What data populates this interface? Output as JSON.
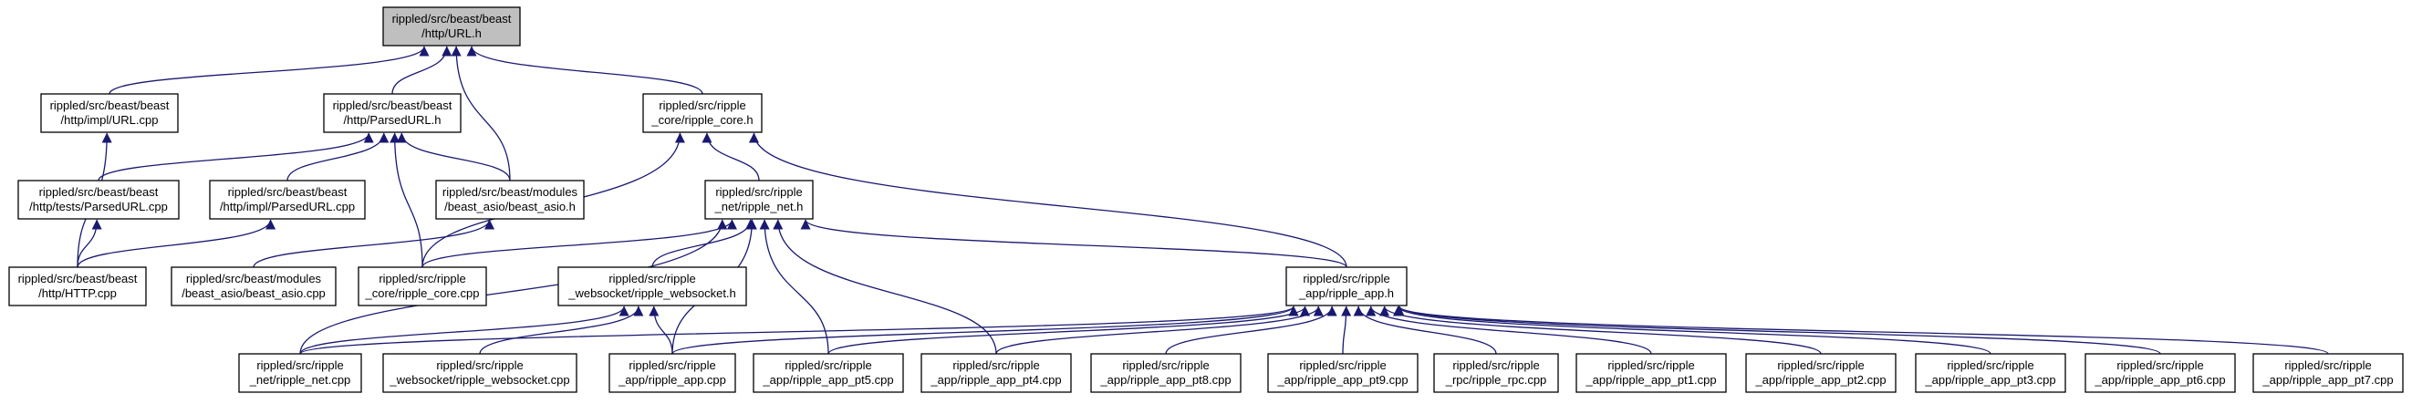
{
  "graph": {
    "edge_color": "#191970",
    "root_fill": "#bfbfbf",
    "nodes": [
      {
        "id": "url_h",
        "lines": [
          "rippled/src/beast/beast",
          "/http/URL.h"
        ],
        "root": true
      },
      {
        "id": "url_cpp",
        "lines": [
          "rippled/src/beast/beast",
          "/http/impl/URL.cpp"
        ]
      },
      {
        "id": "parsedurl_h",
        "lines": [
          "rippled/src/beast/beast",
          "/http/ParsedURL.h"
        ]
      },
      {
        "id": "ripple_core_h",
        "lines": [
          "rippled/src/ripple",
          "_core/ripple_core.h"
        ]
      },
      {
        "id": "tests_parsedurl_cpp",
        "lines": [
          "rippled/src/beast/beast",
          "/http/tests/ParsedURL.cpp"
        ]
      },
      {
        "id": "impl_parsedurl_cpp",
        "lines": [
          "rippled/src/beast/beast",
          "/http/impl/ParsedURL.cpp"
        ]
      },
      {
        "id": "beast_asio_h",
        "lines": [
          "rippled/src/beast/modules",
          "/beast_asio/beast_asio.h"
        ]
      },
      {
        "id": "ripple_net_h",
        "lines": [
          "rippled/src/ripple",
          "_net/ripple_net.h"
        ]
      },
      {
        "id": "http_cpp",
        "lines": [
          "rippled/src/beast/beast",
          "/http/HTTP.cpp"
        ]
      },
      {
        "id": "beast_asio_cpp",
        "lines": [
          "rippled/src/beast/modules",
          "/beast_asio/beast_asio.cpp"
        ]
      },
      {
        "id": "ripple_core_cpp",
        "lines": [
          "rippled/src/ripple",
          "_core/ripple_core.cpp"
        ]
      },
      {
        "id": "ripple_websocket_h",
        "lines": [
          "rippled/src/ripple",
          "_websocket/ripple_websocket.h"
        ]
      },
      {
        "id": "ripple_app_h",
        "lines": [
          "rippled/src/ripple",
          "_app/ripple_app.h"
        ]
      },
      {
        "id": "ripple_net_cpp",
        "lines": [
          "rippled/src/ripple",
          "_net/ripple_net.cpp"
        ]
      },
      {
        "id": "ripple_websocket_cpp",
        "lines": [
          "rippled/src/ripple",
          "_websocket/ripple_websocket.cpp"
        ]
      },
      {
        "id": "ripple_app_cpp",
        "lines": [
          "rippled/src/ripple",
          "_app/ripple_app.cpp"
        ]
      },
      {
        "id": "ripple_app_pt5",
        "lines": [
          "rippled/src/ripple",
          "_app/ripple_app_pt5.cpp"
        ]
      },
      {
        "id": "ripple_app_pt4",
        "lines": [
          "rippled/src/ripple",
          "_app/ripple_app_pt4.cpp"
        ]
      },
      {
        "id": "ripple_app_pt8",
        "lines": [
          "rippled/src/ripple",
          "_app/ripple_app_pt8.cpp"
        ]
      },
      {
        "id": "ripple_app_pt9",
        "lines": [
          "rippled/src/ripple",
          "_app/ripple_app_pt9.cpp"
        ]
      },
      {
        "id": "ripple_rpc_cpp",
        "lines": [
          "rippled/src/ripple",
          "_rpc/ripple_rpc.cpp"
        ]
      },
      {
        "id": "ripple_app_pt1",
        "lines": [
          "rippled/src/ripple",
          "_app/ripple_app_pt1.cpp"
        ]
      },
      {
        "id": "ripple_app_pt2",
        "lines": [
          "rippled/src/ripple",
          "_app/ripple_app_pt2.cpp"
        ]
      },
      {
        "id": "ripple_app_pt3",
        "lines": [
          "rippled/src/ripple",
          "_app/ripple_app_pt3.cpp"
        ]
      },
      {
        "id": "ripple_app_pt6",
        "lines": [
          "rippled/src/ripple",
          "_app/ripple_app_pt6.cpp"
        ]
      },
      {
        "id": "ripple_app_pt7",
        "lines": [
          "rippled/src/ripple",
          "_app/ripple_app_pt7.cpp"
        ]
      }
    ],
    "edges": [
      [
        "url_cpp",
        "url_h"
      ],
      [
        "parsedurl_h",
        "url_h"
      ],
      [
        "beast_asio_h",
        "url_h"
      ],
      [
        "ripple_core_h",
        "url_h"
      ],
      [
        "http_cpp",
        "url_cpp"
      ],
      [
        "tests_parsedurl_cpp",
        "parsedurl_h"
      ],
      [
        "impl_parsedurl_cpp",
        "parsedurl_h"
      ],
      [
        "beast_asio_h",
        "parsedurl_h"
      ],
      [
        "ripple_core_cpp",
        "parsedurl_h"
      ],
      [
        "http_cpp",
        "tests_parsedurl_cpp"
      ],
      [
        "http_cpp",
        "impl_parsedurl_cpp"
      ],
      [
        "beast_asio_cpp",
        "beast_asio_h"
      ],
      [
        "ripple_net_h",
        "ripple_core_h"
      ],
      [
        "ripple_core_cpp",
        "ripple_core_h"
      ],
      [
        "ripple_app_h",
        "ripple_core_h"
      ],
      [
        "ripple_core_cpp",
        "ripple_net_h"
      ],
      [
        "ripple_net_cpp",
        "ripple_net_h"
      ],
      [
        "ripple_websocket_h",
        "ripple_net_h"
      ],
      [
        "ripple_app_h",
        "ripple_net_h"
      ],
      [
        "ripple_app_cpp",
        "ripple_net_h"
      ],
      [
        "ripple_app_pt5",
        "ripple_net_h"
      ],
      [
        "ripple_app_pt4",
        "ripple_net_h"
      ],
      [
        "ripple_net_cpp",
        "ripple_websocket_h"
      ],
      [
        "ripple_websocket_cpp",
        "ripple_websocket_h"
      ],
      [
        "ripple_app_cpp",
        "ripple_websocket_h"
      ],
      [
        "ripple_net_cpp",
        "ripple_app_h"
      ],
      [
        "ripple_app_cpp",
        "ripple_app_h"
      ],
      [
        "ripple_app_pt5",
        "ripple_app_h"
      ],
      [
        "ripple_app_pt4",
        "ripple_app_h"
      ],
      [
        "ripple_app_pt8",
        "ripple_app_h"
      ],
      [
        "ripple_app_pt9",
        "ripple_app_h"
      ],
      [
        "ripple_rpc_cpp",
        "ripple_app_h"
      ],
      [
        "ripple_app_pt1",
        "ripple_app_h"
      ],
      [
        "ripple_app_pt2",
        "ripple_app_h"
      ],
      [
        "ripple_app_pt3",
        "ripple_app_h"
      ],
      [
        "ripple_app_pt6",
        "ripple_app_h"
      ],
      [
        "ripple_app_pt7",
        "ripple_app_h"
      ]
    ]
  }
}
